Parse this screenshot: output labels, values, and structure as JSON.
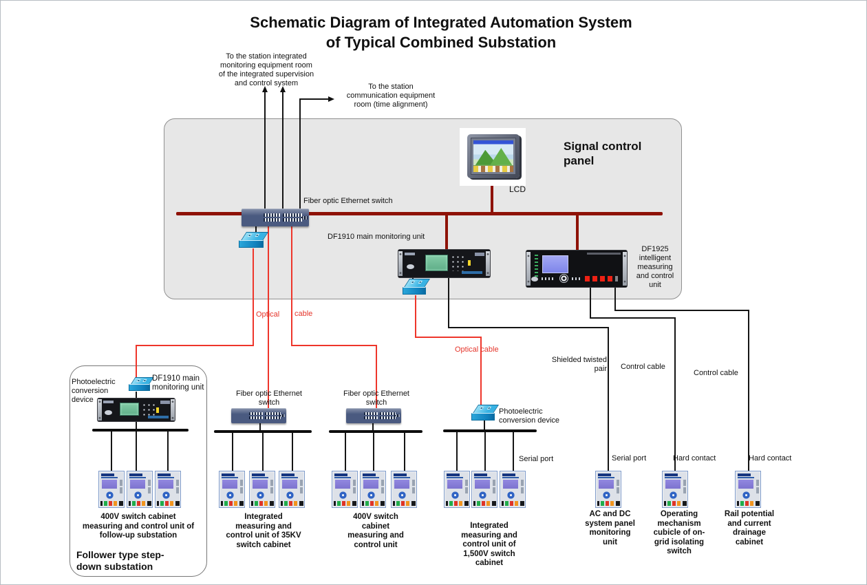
{
  "title": "Schematic Diagram of Integrated Automation System\nof Typical Combined Substation",
  "external_links": {
    "monitoring_room": "To the station integrated\nmonitoring equipment room\nof the integrated supervision\nand control system",
    "communication_room": "To the station\ncommunication equipment\nroom (time alignment)"
  },
  "signal_panel": {
    "title": "Signal control\npanel",
    "lcd": "LCD",
    "ethernet_switch": "Fiber optic Ethernet switch",
    "df1910": "DF1910 main monitoring unit",
    "df1925": "DF1925\nintelligent\nmeasuring\nand control\nunit"
  },
  "cable_labels": {
    "optical_word": "Optical",
    "cable_word": "cable",
    "optical_cable": "Optical cable",
    "shielded_twisted_pair": "Shielded twisted\npair",
    "control_cable_1": "Control cable",
    "control_cable_2": "Control cable",
    "serial_port_1": "Serial port",
    "serial_port_2": "Serial port",
    "hard_contact_1": "Hard contact",
    "hard_contact_2": "Hard contact"
  },
  "follower_station": {
    "photoelectric_device": "Photoelectric\nconversion\ndevice",
    "df1910": "DF1910 main\nmonitoring unit",
    "units_caption": "400V switch cabinet\nmeasuring and control unit of\nfollow-up substation",
    "station_name": "Follower type step-\ndown substation"
  },
  "field_groups": {
    "kv35": {
      "switch_label": "Fiber optic Ethernet\nswitch",
      "caption": "Integrated\nmeasuring and\ncontrol unit of 35KV\nswitch cabinet"
    },
    "v400": {
      "switch_label": "Fiber optic Ethernet\nswitch",
      "caption": "400V switch\ncabinet\nmeasuring and\ncontrol unit"
    },
    "v1500": {
      "converter_label": "Photoelectric\nconversion device",
      "caption": "Integrated\nmeasuring and\ncontrol unit of\n1,500V switch\ncabinet"
    },
    "ac_dc": {
      "caption": "AC and DC\nsystem panel\nmonitoring\nunit"
    },
    "isolating_switch": {
      "caption": "Operating\nmechanism\ncubicle of on-\ngrid isolating\nswitch"
    },
    "rail": {
      "caption": "Rail potential\nand current\ndrainage\ncabinet"
    }
  },
  "colors": {
    "bus": "#8e1206",
    "optical_cable": "#ee352a",
    "wire": "#141414",
    "panel_bg": "#e7e7e7",
    "switch_body": "#4a5a80",
    "converter_blue": "#29a9dd"
  }
}
